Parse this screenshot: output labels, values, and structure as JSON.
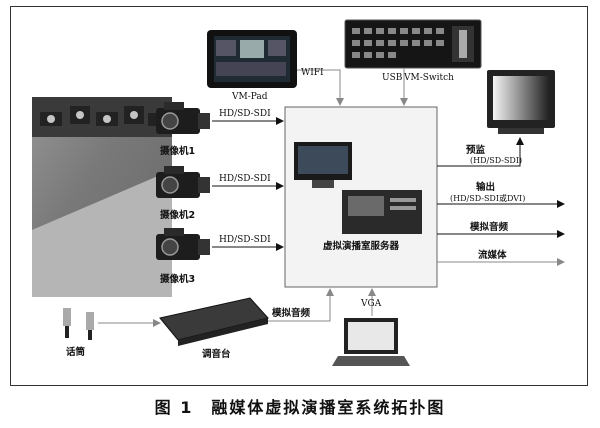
{
  "devices": {
    "vm_pad": "VM-Pad",
    "vm_switch": "VM-Switch",
    "camera1": "摄像机1",
    "camera2": "摄像机2",
    "camera3": "摄像机3",
    "mic": "话筒",
    "mixer": "调音台",
    "server": "虚拟演播室服务器"
  },
  "links": {
    "wifi": "WIFI",
    "usb": "USB",
    "cam1": "HD/SD-SDI",
    "cam2": "HD/SD-SDI",
    "cam3": "HD/SD-SDI",
    "mixer_audio": "模拟音频",
    "vga": "VGA"
  },
  "outputs": {
    "preview": "预监",
    "preview_sig": "(HD/SD-SDI)",
    "output": "输出",
    "output_sig": "(HD/SD-SDI或DVI)",
    "analog_audio": "模拟音频",
    "streaming": "流媒体"
  },
  "caption": "图 1　融媒体虚拟演播室系统拓扑图"
}
